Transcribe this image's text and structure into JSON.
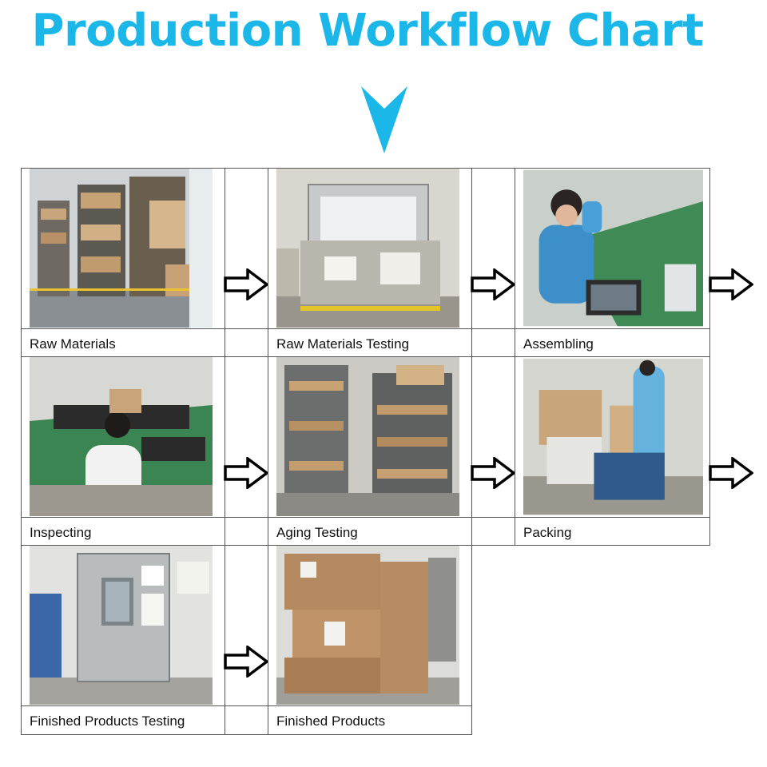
{
  "header": {
    "title": "Production Workflow Chart"
  },
  "steps": [
    {
      "label": "Raw Materials"
    },
    {
      "label": "Raw Materials Testing"
    },
    {
      "label": "Assembling"
    },
    {
      "label": "Inspecting"
    },
    {
      "label": "Aging Testing"
    },
    {
      "label": "Packing"
    },
    {
      "label": "Finished Products Testing"
    },
    {
      "label": "Finished Products"
    }
  ],
  "colors": {
    "title": "#1ab7e8",
    "border": "#555555",
    "arrow_stroke": "#000000"
  }
}
